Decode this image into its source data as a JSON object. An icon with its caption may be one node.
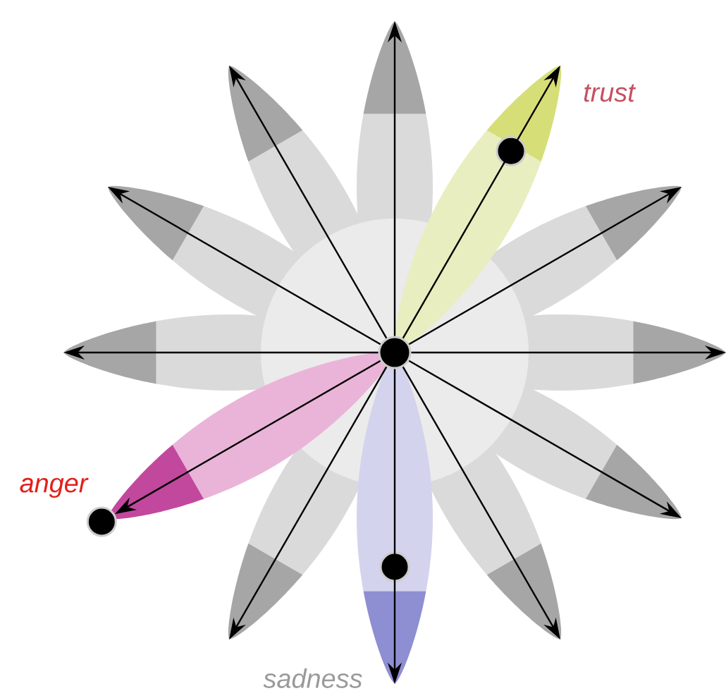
{
  "diagram": {
    "nodes": [
      {
        "text": [],
        "shape": "circle"
      },
      {
        "text": [],
        "shape": "circle",
        "beside": [
          "trust"
        ]
      },
      {
        "text": [],
        "shape": "circle",
        "beside": [
          "anger"
        ]
      },
      {
        "text": [],
        "shape": "circle",
        "beside": [
          "sadness"
        ]
      }
    ],
    "edges": [
      {
        "from": 0,
        "to": null,
        "arrow": "to"
      },
      {
        "from": 0,
        "to": null,
        "arrow": "to"
      },
      {
        "from": 0,
        "to": null,
        "arrow": "to"
      },
      {
        "from": 0,
        "to": null,
        "arrow": "to"
      },
      {
        "from": 0,
        "to": null,
        "arrow": "to"
      },
      {
        "from": 0,
        "to": null,
        "arrow": "to"
      },
      {
        "from": 0,
        "to": null,
        "arrow": "to"
      },
      {
        "from": 0,
        "to": null,
        "arrow": "to"
      },
      {
        "from": 0,
        "to": 2,
        "arrow": "to"
      },
      {
        "from": 0,
        "to": null,
        "arrow": "to"
      },
      {
        "from": 0,
        "to": null,
        "arrow": "to"
      },
      {
        "from": 0,
        "to": null,
        "arrow": "to"
      }
    ]
  }
}
